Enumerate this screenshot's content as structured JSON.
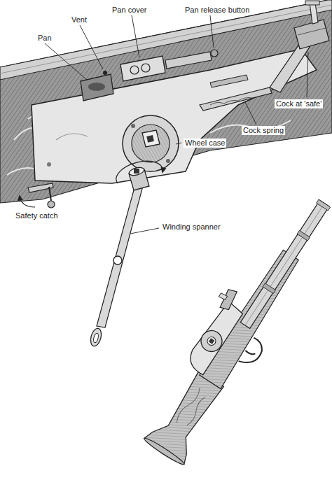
{
  "diagram": {
    "labels": [
      "Pan",
      "Vent",
      "Pan cover",
      "Pan release button",
      "Cock at 'safe'",
      "Cock spring",
      "Wheel case",
      "Safety catch",
      "Winding spanner"
    ]
  }
}
